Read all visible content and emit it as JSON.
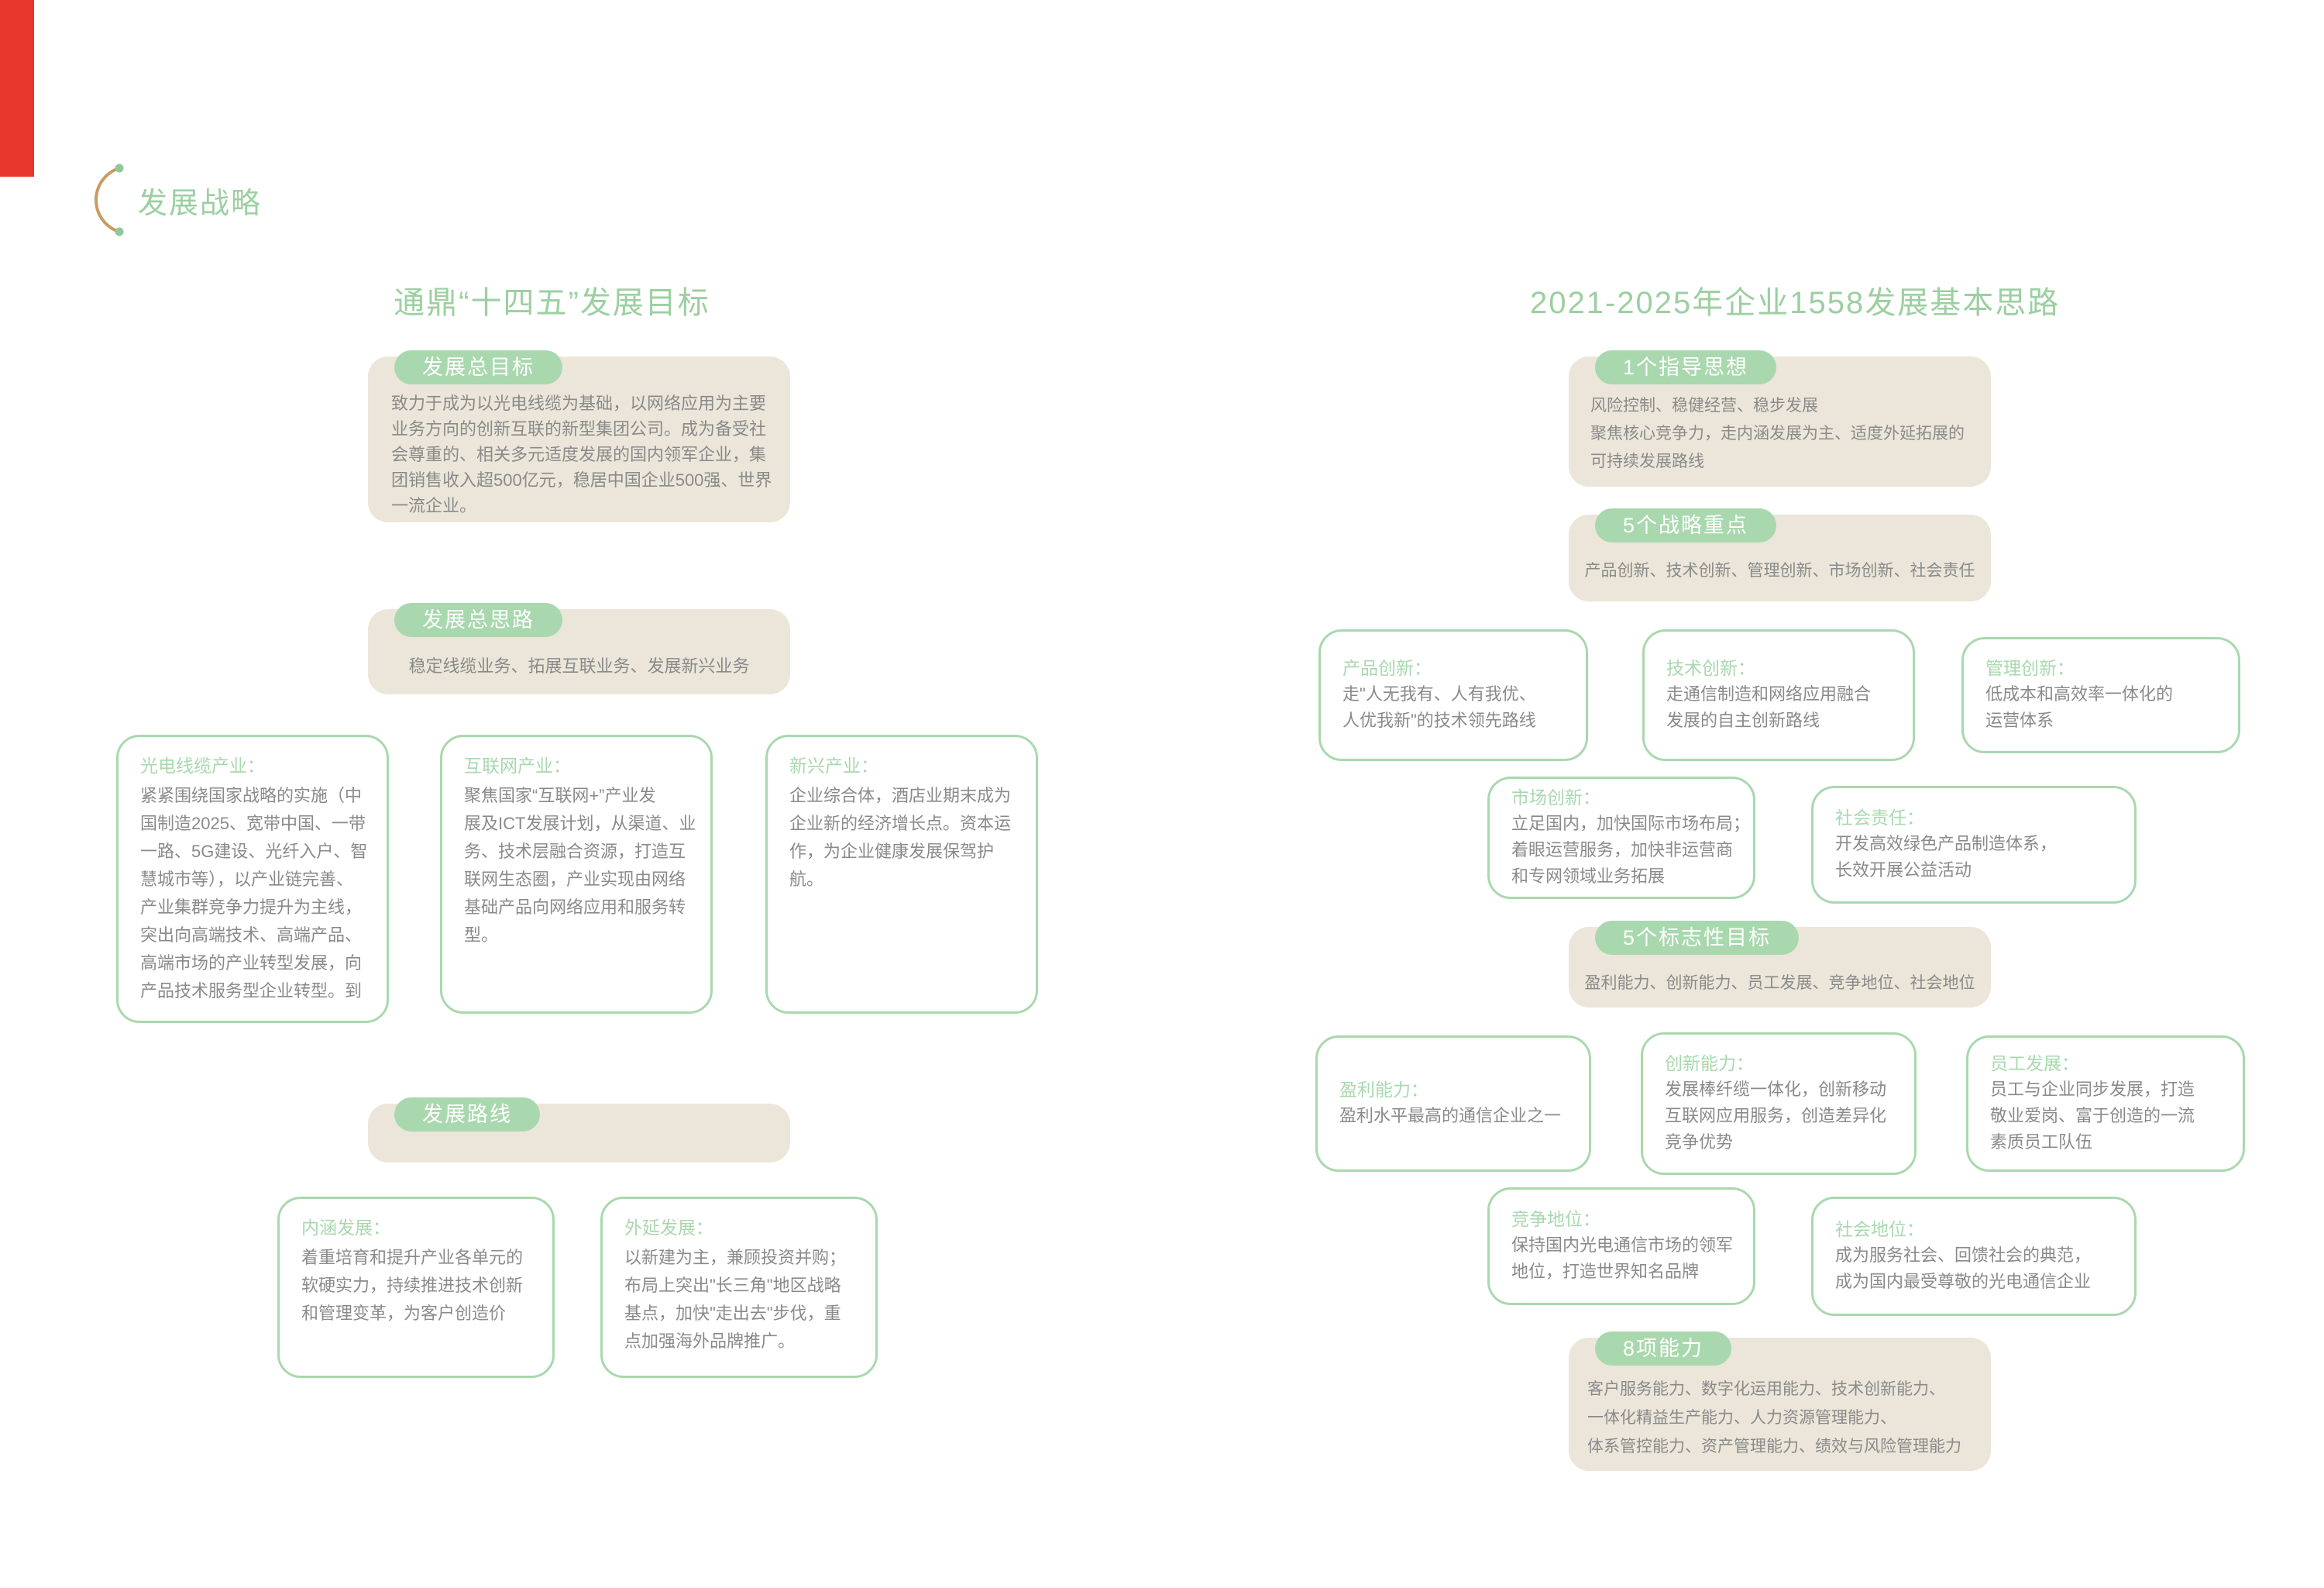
{
  "colors": {
    "accent_green": "#a9d8ae",
    "title_green": "#9ccfa1",
    "panel_beige": "#ebe6d9",
    "body_gray": "#8a8a8a",
    "edge_red": "#e8382d",
    "arc_orange": "#c89b62"
  },
  "page": {
    "section_title": "发展战略"
  },
  "left": {
    "title": "通鼎“十四五”发展目标",
    "panels": [
      {
        "pill": "发展总目标",
        "lines": [
          "致力于成为以光电线缆为基础，以网络应用为主要",
          "业务方向的创新互联的新型集团公司。成为备受社",
          "会尊重的、相关多元适度发展的国内领军企业，集",
          "团销售收入超500亿元，稳居中国企业500强、世界",
          "一流企业。"
        ]
      },
      {
        "pill": "发展总思路",
        "center_text": "稳定线缆业务、拓展互联业务、发展新兴业务"
      },
      {
        "pill": "发展路线"
      }
    ],
    "cards": [
      {
        "label": "光电线缆产业：",
        "lines": [
          "紧紧围绕国家战略的实施（中",
          "国制造2025、宽带中国、一带",
          "一路、5G建设、光纤入户、智",
          "慧城市等），以产业链完善、",
          "产业集群竞争力提升为主线，",
          "突出向高端技术、高端产品、",
          "高端市场的产业转型发展，向",
          "产品技术服务型企业转型。到"
        ]
      },
      {
        "label": "互联网产业：",
        "lines": [
          "聚焦国家“互联网+”产业发",
          "展及ICT发展计划，从渠道、业",
          "务、技术层融合资源，打造互",
          "联网生态圈，产业实现由网络",
          "基础产品向网络应用和服务转",
          "型。"
        ]
      },
      {
        "label": "新兴产业：",
        "lines": [
          "企业综合体，酒店业期末成为",
          "企业新的经济增长点。资本运",
          "作，为企业健康发展保驾护",
          "航。"
        ]
      },
      {
        "label": "内涵发展：",
        "lines": [
          "着重培育和提升产业各单元的",
          "软硬实力，持续推进技术创新",
          "和管理变革，为客户创造价"
        ]
      },
      {
        "label": "外延发展：",
        "lines": [
          "以新建为主，兼顾投资并购；",
          "布局上突出\"长三角\"地区战略",
          "基点，加快\"走出去\"步伐，重",
          "点加强海外品牌推广。"
        ]
      }
    ]
  },
  "right": {
    "title": "2021-2025年企业1558发展基本思路",
    "panels": [
      {
        "pill": "1个指导思想",
        "lines": [
          "风险控制、稳健经营、稳步发展",
          "聚焦核心竞争力，走内涵发展为主、适度外延拓展的",
          "可持续发展路线"
        ]
      },
      {
        "pill": "5个战略重点",
        "center_text": "产品创新、技术创新、管理创新、市场创新、社会责任"
      },
      {
        "pill": "5个标志性目标",
        "center_text": "盈利能力、创新能力、员工发展、竞争地位、社会地位"
      },
      {
        "pill": "8项能力",
        "lines": [
          "客户服务能力、数字化运用能力、技术创新能力、",
          "一体化精益生产能力、人力资源管理能力、",
          "体系管控能力、资产管理能力、绩效与风险管理能力"
        ]
      }
    ],
    "cards": [
      {
        "label": "产品创新：",
        "lines": [
          "走\"人无我有、人有我优、",
          "人优我新\"的技术领先路线"
        ]
      },
      {
        "label": "技术创新：",
        "lines": [
          "走通信制造和网络应用融合",
          "发展的自主创新路线"
        ]
      },
      {
        "label": "管理创新：",
        "lines": [
          "低成本和高效率一体化的",
          "运营体系"
        ]
      },
      {
        "label": "市场创新：",
        "lines": [
          "立足国内，加快国际市场布局；",
          "着眼运营服务，加快非运营商",
          "和专网领域业务拓展"
        ]
      },
      {
        "label": "社会责任：",
        "lines": [
          "开发高效绿色产品制造体系，",
          "长效开展公益活动"
        ]
      },
      {
        "label": "盈利能力：",
        "lines": [
          "盈利水平最高的通信企业之一"
        ]
      },
      {
        "label": "创新能力：",
        "lines": [
          "发展棒纤缆一体化，创新移动",
          "互联网应用服务，创造差异化",
          "竞争优势"
        ]
      },
      {
        "label": "员工发展：",
        "lines": [
          "员工与企业同步发展，打造",
          "敬业爱岗、富于创造的一流",
          "素质员工队伍"
        ]
      },
      {
        "label": "竞争地位：",
        "lines": [
          "保持国内光电通信市场的领军",
          "地位，打造世界知名品牌"
        ]
      },
      {
        "label": "社会地位：",
        "lines": [
          "成为服务社会、回馈社会的典范，",
          "成为国内最受尊敬的光电通信企业"
        ]
      }
    ]
  }
}
